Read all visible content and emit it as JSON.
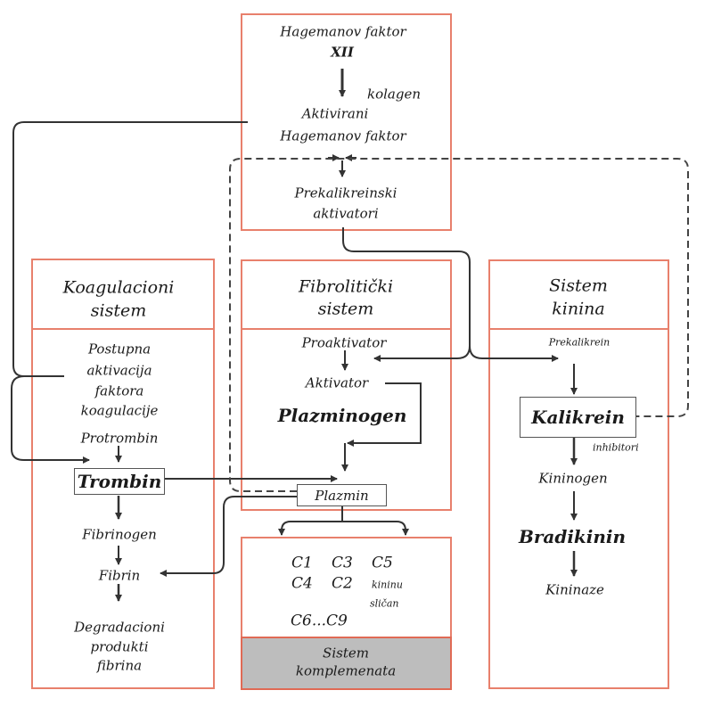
{
  "colors": {
    "box_border": "#e8806c",
    "line": "#333333",
    "complement_fill": "#bdbdbd"
  },
  "top_box": {
    "line1": "Hagemanov faktor",
    "line2": "XII",
    "cofactor": "kolagen",
    "line3": "Aktivirani",
    "line4": "Hagemanov faktor",
    "line5": "Prekalikreinski",
    "line6": "aktivatori"
  },
  "coagulation": {
    "title1": "Koagulacioni",
    "title2": "sistem",
    "step1": [
      "Postupna",
      "aktivacija",
      "faktora",
      "koagulacije"
    ],
    "protrombin": "Protrombin",
    "trombin": "Trombin",
    "fibrinogen": "Fibrinogen",
    "fibrin": "Fibrin",
    "degradation": [
      "Degradacioni",
      "produkti",
      "fibrina"
    ]
  },
  "fibrinolytic": {
    "title1": "Fibrolitički",
    "title2": "sistem",
    "proaktivator": "Proaktivator",
    "aktivator": "Aktivator",
    "plazminogen": "Plazminogen",
    "plazmin": "Plazmin"
  },
  "kinin": {
    "title1": "Sistem",
    "title2": "kinina",
    "prekalikrein": "Prekalikrein",
    "kalikrein": "Kalikrein",
    "inhibitori": "inhibitori",
    "kininogen": "Kininogen",
    "bradikinin": "Bradikinin",
    "kininaze": "Kininaze"
  },
  "complement": {
    "c1": "C1",
    "c3": "C3",
    "c5": "C5",
    "c4": "C4",
    "c2": "C2",
    "kininu": "kininu",
    "slican": "sličan",
    "c6c9": "C6...C9",
    "title1": "Sistem",
    "title2": "komplemenata"
  }
}
